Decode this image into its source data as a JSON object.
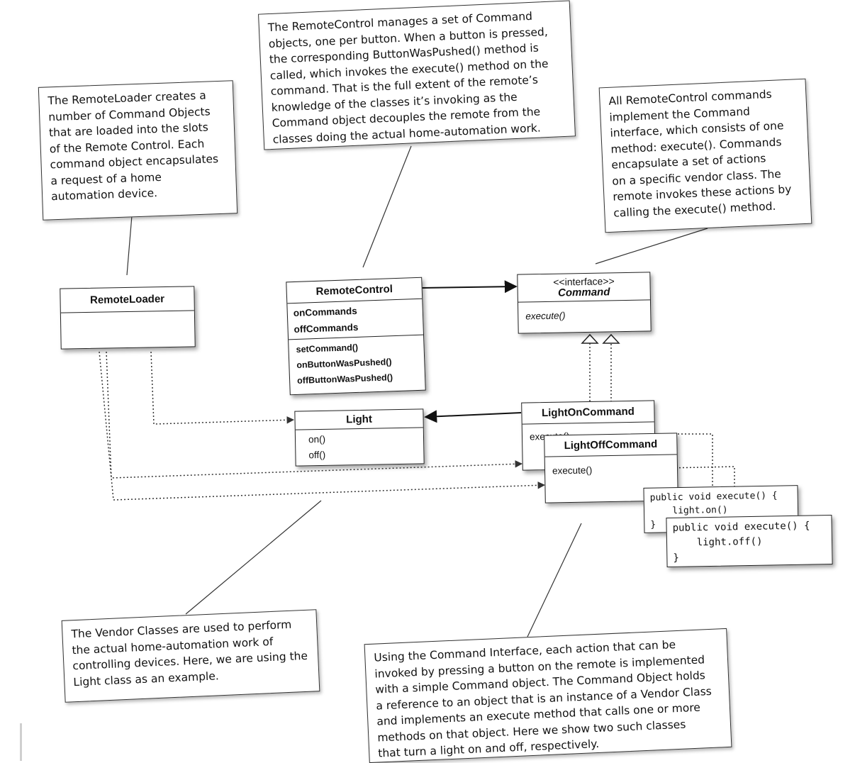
{
  "notes": {
    "remote_loader": "The RemoteLoader creates a\nnumber of Command Objects\nthat are loaded into the slots\nof the Remote Control.  Each\ncommand object encapsulates\na request of a home\nautomation device.",
    "remote_control": "The RemoteControl manages a set of Command\nobjects, one per button.  When a button is pressed,\nthe corresponding ButtonWasPushed() method is\ncalled, which invokes the execute() method on the\ncommand.  That is the full extent of the remote’s\nknowledge of the classes it’s invoking as the\nCommand object decouples the remote from the\nclasses doing the actual home-automation work.",
    "command_interface": "All RemoteControl commands\nimplement the Command\ninterface, which consists of one\nmethod: execute().  Commands\nencapsulate a set of actions\non a specific vendor class. The\nremote invokes these actions by\ncalling the execute() method.",
    "vendor_classes": "The Vendor Classes are used to perform\nthe actual home-automation work of\ncontrolling devices. Here, we are using the\nLight class as an example.",
    "command_objects": "Using the Command Interface,  each action that can be\ninvoked by pressing a button on the remote is implemented\nwith a simple Command object. The Command Object holds\na reference to an object that is an instance of a Vendor Class\nand implements an execute method that calls one or more\nmethods on that object.  Here we show two such classes\nthat turn a light on and off, respectively."
  },
  "classes": {
    "remote_loader": {
      "name": "RemoteLoader"
    },
    "remote_control": {
      "name": "RemoteControl",
      "fields": [
        "onCommands",
        "offCommands"
      ],
      "methods": [
        "setCommand()",
        "onButtonWasPushed()",
        "offButtonWasPushed()"
      ]
    },
    "command": {
      "stereotype": "<<interface>>",
      "name": "Command",
      "methods": [
        "execute()"
      ]
    },
    "light": {
      "name": "Light",
      "methods": [
        "on()",
        "off()"
      ]
    },
    "light_on_command": {
      "name": "LightOnCommand",
      "methods": [
        "execute()"
      ]
    },
    "light_off_command": {
      "name": "LightOffCommand",
      "methods": [
        "execute()"
      ]
    }
  },
  "code": {
    "on": "public void execute() {\n    light.on()\n}",
    "off": "public void execute() {\n    light.off()\n}"
  }
}
